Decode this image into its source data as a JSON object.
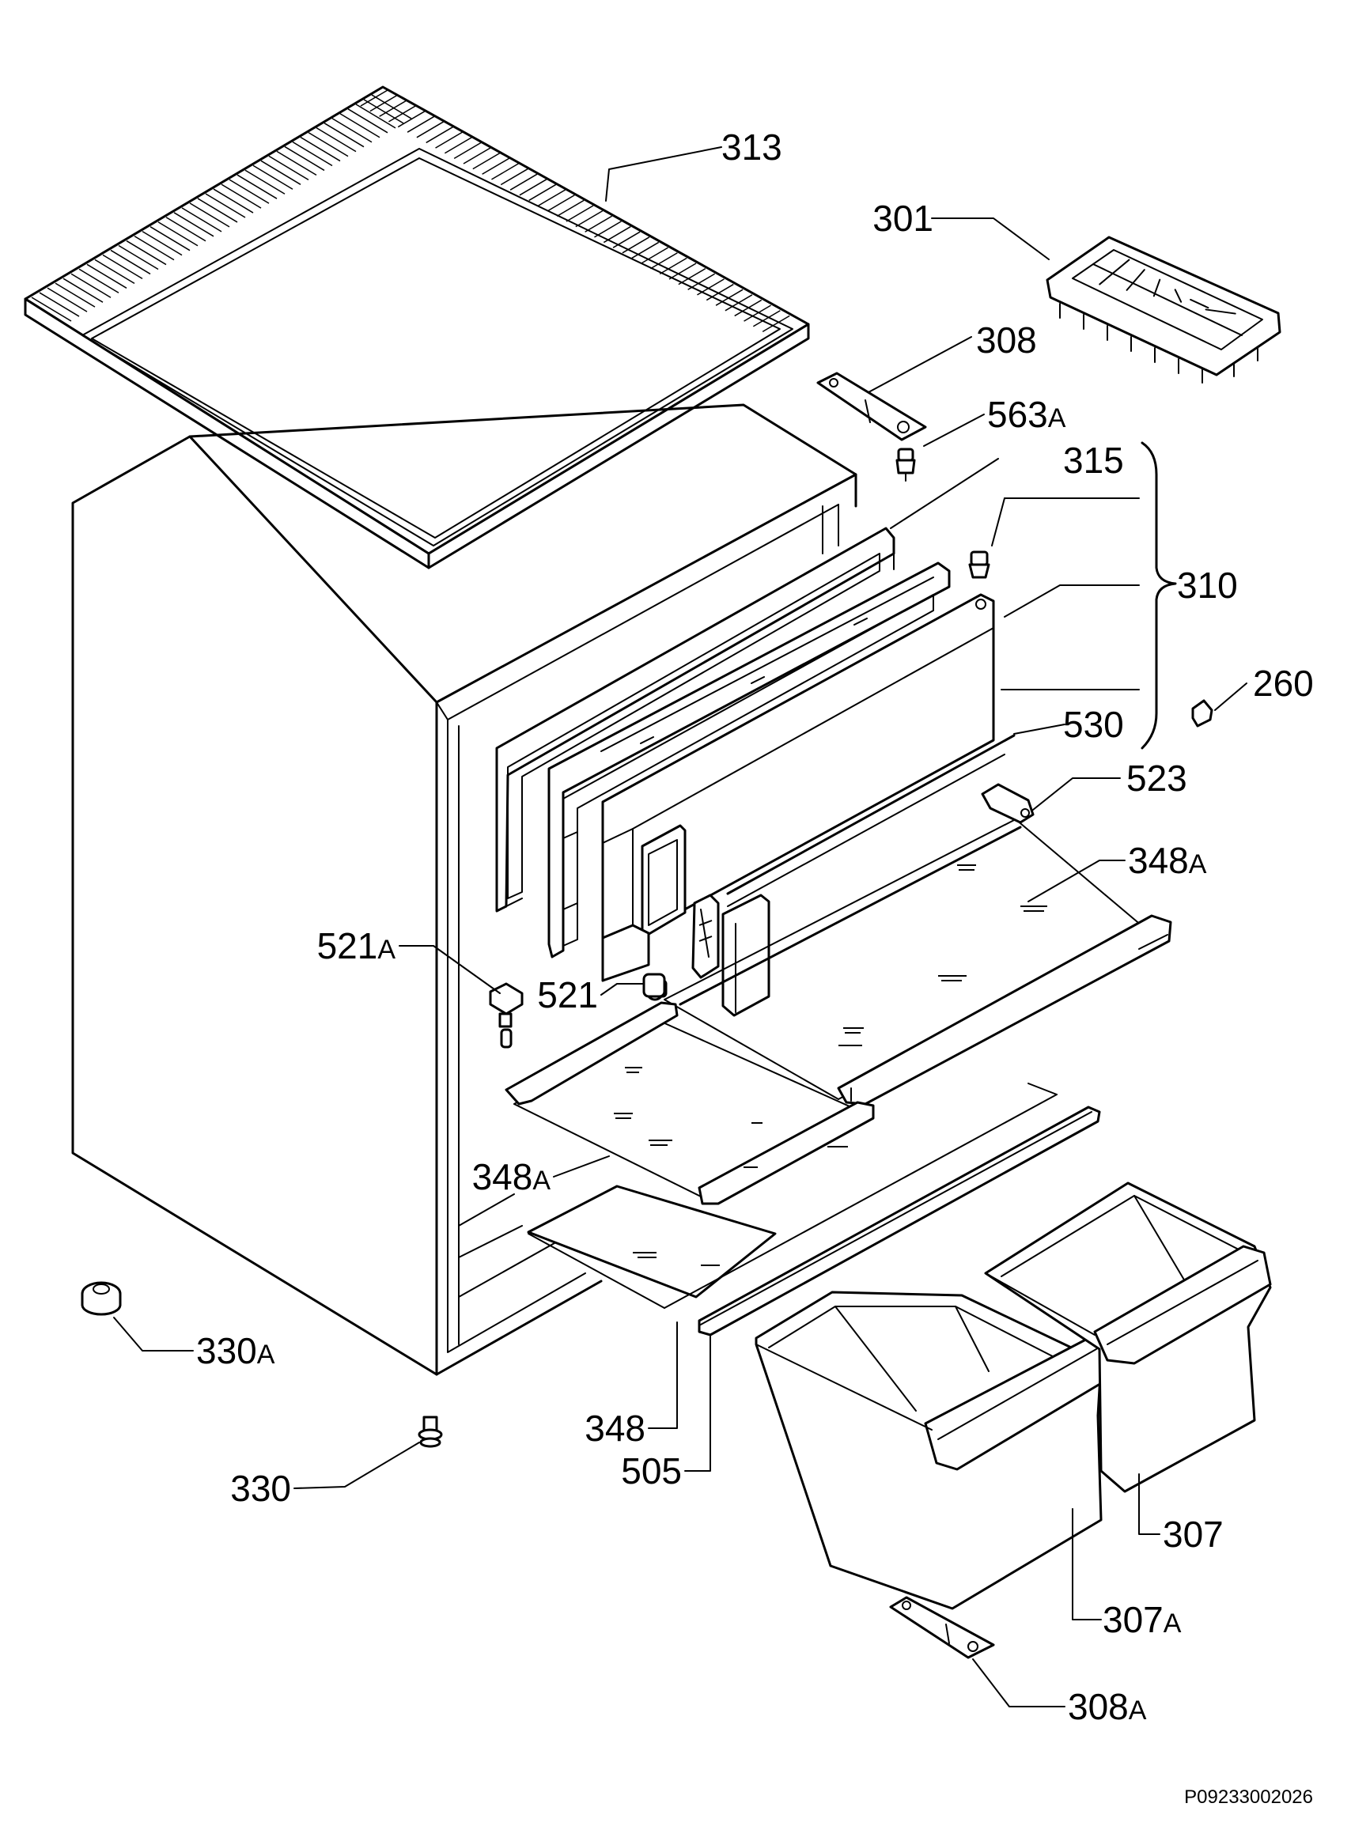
{
  "diagram": {
    "drawing_code": "P09233002026",
    "labels": [
      {
        "id": "313",
        "num": "313",
        "suffix": ""
      },
      {
        "id": "301",
        "num": "301",
        "suffix": ""
      },
      {
        "id": "308",
        "num": "308",
        "suffix": ""
      },
      {
        "id": "563a",
        "num": "563",
        "suffix": "A"
      },
      {
        "id": "315",
        "num": "315",
        "suffix": ""
      },
      {
        "id": "310",
        "num": "310",
        "suffix": ""
      },
      {
        "id": "260",
        "num": "260",
        "suffix": ""
      },
      {
        "id": "530",
        "num": "530",
        "suffix": ""
      },
      {
        "id": "523",
        "num": "523",
        "suffix": ""
      },
      {
        "id": "348a-upper",
        "num": "348",
        "suffix": "A"
      },
      {
        "id": "521a",
        "num": "521",
        "suffix": "A"
      },
      {
        "id": "521",
        "num": "521",
        "suffix": ""
      },
      {
        "id": "348a-lower",
        "num": "348",
        "suffix": "A"
      },
      {
        "id": "330a",
        "num": "330",
        "suffix": "A"
      },
      {
        "id": "348",
        "num": "348",
        "suffix": ""
      },
      {
        "id": "505",
        "num": "505",
        "suffix": ""
      },
      {
        "id": "330",
        "num": "330",
        "suffix": ""
      },
      {
        "id": "307",
        "num": "307",
        "suffix": ""
      },
      {
        "id": "307a",
        "num": "307",
        "suffix": "A"
      },
      {
        "id": "308a",
        "num": "308",
        "suffix": "A"
      }
    ]
  }
}
